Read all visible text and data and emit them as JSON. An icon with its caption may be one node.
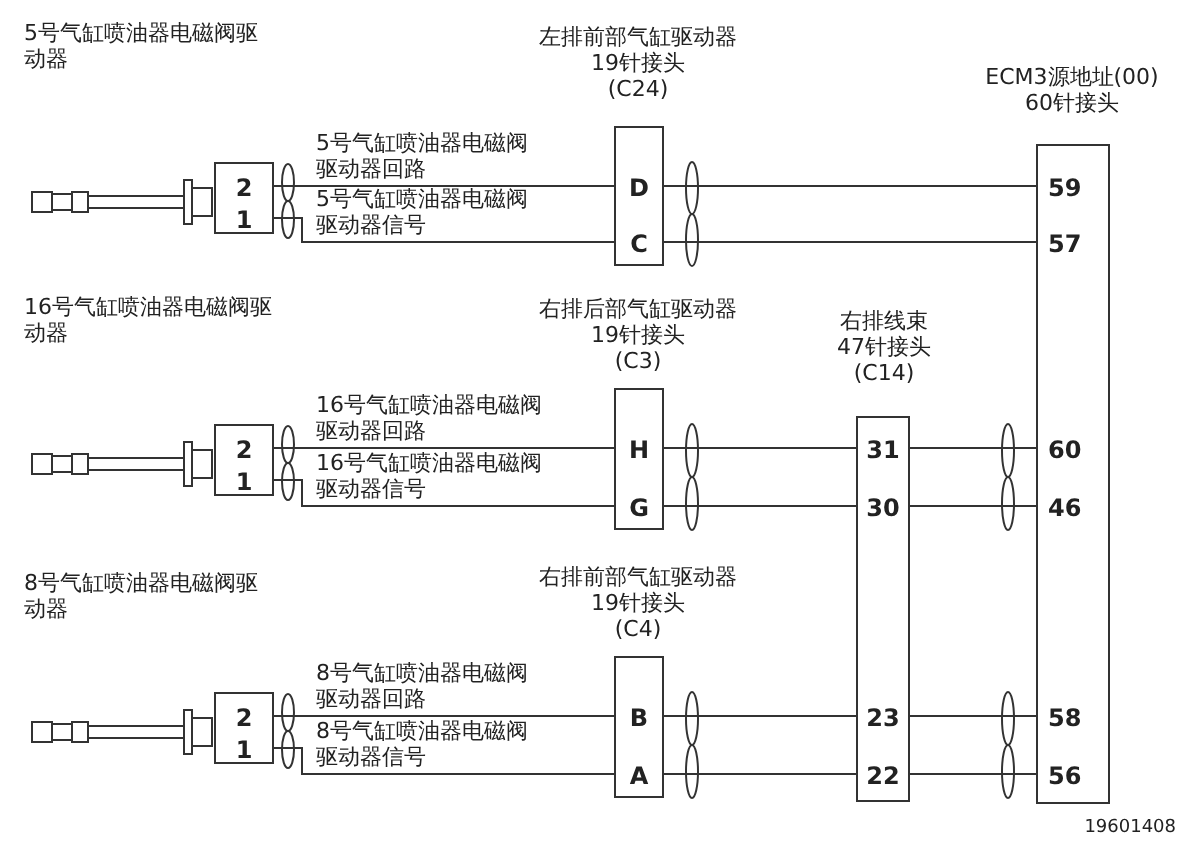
{
  "diagram": {
    "nodes": [
      {
        "text": [
          "ECM3源地址(00)",
          "60针接头"
        ]
      },
      {
        "text": [
          "59"
        ],
        "in": 0
      },
      {
        "text": [
          "57"
        ],
        "in": 0
      },
      {
        "text": [
          "60"
        ],
        "in": 0
      },
      {
        "text": [
          "46"
        ],
        "in": 0
      },
      {
        "text": [
          "58"
        ],
        "in": 0
      },
      {
        "text": [
          "56"
        ],
        "in": 0
      },
      {
        "text": [
          "右排线束",
          "47针接头",
          "(C14)"
        ]
      },
      {
        "text": [
          "31"
        ],
        "in": 7
      },
      {
        "text": [
          "30"
        ],
        "in": 7
      },
      {
        "text": [
          "23"
        ],
        "in": 7
      },
      {
        "text": [
          "22"
        ],
        "in": 7
      },
      {
        "text": [
          "5号气缸喷油器电磁阀驱动器"
        ]
      },
      {
        "text": [
          "2"
        ],
        "in": 12
      },
      {
        "text": [
          "1"
        ],
        "in": 12
      },
      {
        "text": [
          "左排前部气缸驱动器",
          "19针接头",
          "(C24)"
        ]
      },
      {
        "text": [
          "D"
        ],
        "in": 15
      },
      {
        "text": [
          "C"
        ],
        "in": 15
      },
      {
        "text": [
          "16号气缸喷油器电磁阀驱动器"
        ]
      },
      {
        "text": [
          "2"
        ],
        "in": 18
      },
      {
        "text": [
          "1"
        ],
        "in": 18
      },
      {
        "text": [
          "右排后部气缸驱动器",
          "19针接头",
          "(C3)"
        ]
      },
      {
        "text": [
          "H"
        ],
        "in": 21
      },
      {
        "text": [
          "G"
        ],
        "in": 21
      },
      {
        "text": [
          "8号气缸喷油器电磁阀驱动器"
        ]
      },
      {
        "text": [
          "2"
        ],
        "in": 24
      },
      {
        "text": [
          "1"
        ],
        "in": 24
      },
      {
        "text": [
          "右排前部气缸驱动器",
          "19针接头",
          "(C4)"
        ]
      },
      {
        "text": [
          "B"
        ],
        "in": 27
      },
      {
        "text": [
          "A"
        ],
        "in": 27
      }
    ],
    "edges": [
      {
        "from": 13,
        "to": 16,
        "arrow": "none",
        "label": "5号气缸喷油器电磁阀驱动器回路"
      },
      {
        "from": 14,
        "to": 17,
        "arrow": "none",
        "label": "5号气缸喷油器电磁阀驱动器信号"
      },
      {
        "from": 16,
        "to": 1,
        "arrow": "none"
      },
      {
        "from": 17,
        "to": 2,
        "arrow": "none"
      },
      {
        "from": 19,
        "to": 22,
        "arrow": "none",
        "label": "16号气缸喷油器电磁阀驱动器回路"
      },
      {
        "from": 20,
        "to": 23,
        "arrow": "none",
        "label": "16号气缸喷油器电磁阀驱动器信号"
      },
      {
        "from": 22,
        "to": 8,
        "arrow": "none"
      },
      {
        "from": 23,
        "to": 9,
        "arrow": "none"
      },
      {
        "from": 8,
        "to": 3,
        "arrow": "none"
      },
      {
        "from": 9,
        "to": 4,
        "arrow": "none"
      },
      {
        "from": 25,
        "to": 28,
        "arrow": "none",
        "label": "8号气缸喷油器电磁阀驱动器回路"
      },
      {
        "from": 26,
        "to": 29,
        "arrow": "none",
        "label": "8号气缸喷油器电磁阀驱动器信号"
      },
      {
        "from": 28,
        "to": 10,
        "arrow": "none"
      },
      {
        "from": 29,
        "to": 11,
        "arrow": "none"
      },
      {
        "from": 10,
        "to": 5,
        "arrow": "none"
      },
      {
        "from": 11,
        "to": 6,
        "arrow": "none"
      }
    ],
    "labels": [
      "19601408"
    ]
  }
}
